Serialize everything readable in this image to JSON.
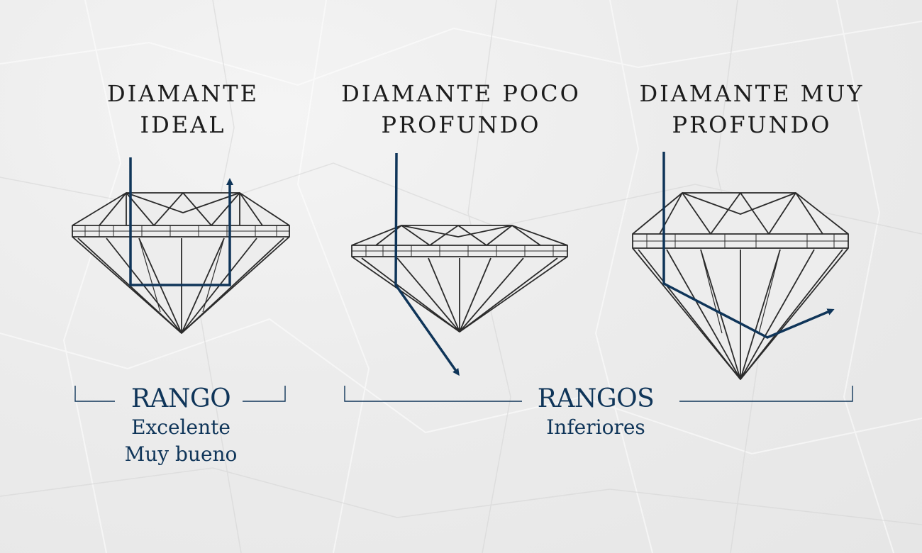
{
  "colors": {
    "background": "#ececec",
    "diamond_line": "#2b2b2b",
    "light_ray": "#0f3559",
    "text_dark": "#1c1c1c",
    "text_blue": "#0f3559"
  },
  "titles": {
    "ideal": [
      "DIAMANTE",
      "IDEAL"
    ],
    "poco_profundo": [
      "DIAMANTE POCO",
      "PROFUNDO"
    ],
    "muy_profundo": [
      "DIAMANTE MUY",
      "PROFUNDO"
    ]
  },
  "ranges": {
    "ideal": {
      "heading": "RANGO",
      "lines": [
        "Excelente",
        "Muy bueno"
      ]
    },
    "inferior": {
      "heading": "RANGOS",
      "lines": [
        "Inferiores"
      ]
    }
  }
}
